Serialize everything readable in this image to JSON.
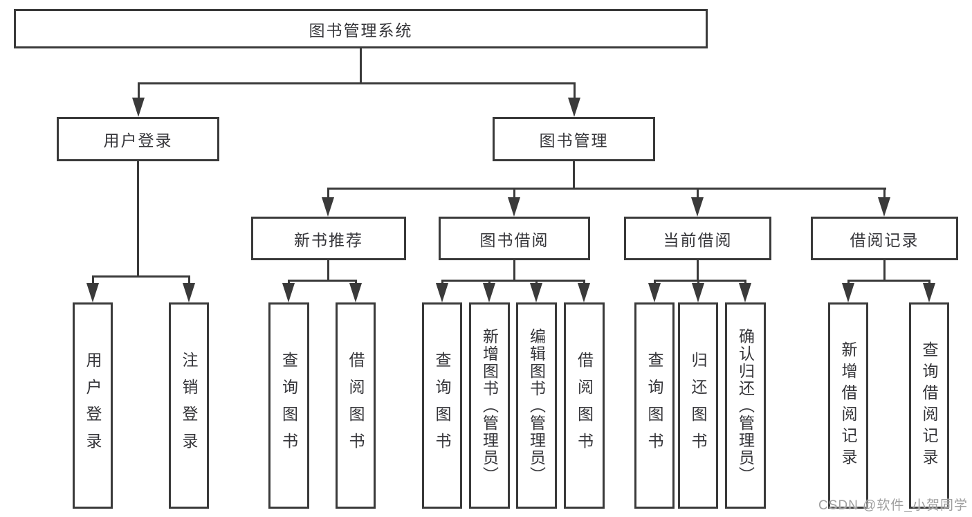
{
  "diagram_title": "图书管理系统",
  "tree": {
    "root": {
      "label": "图书管理系统",
      "children": [
        {
          "label": "用户登录",
          "children": [
            {
              "label": "用户登录"
            },
            {
              "label": "注销登录"
            }
          ]
        },
        {
          "label": "图书管理",
          "children": [
            {
              "label": "新书推荐",
              "children": [
                {
                  "label": "查询图书"
                },
                {
                  "label": "借阅图书"
                }
              ]
            },
            {
              "label": "图书借阅",
              "children": [
                {
                  "label": "查询图书"
                },
                {
                  "label": "新增图书（管理员）"
                },
                {
                  "label": "编辑图书（管理员）"
                },
                {
                  "label": "借阅图书"
                }
              ]
            },
            {
              "label": "当前借阅",
              "children": [
                {
                  "label": "查询图书"
                },
                {
                  "label": "归还图书"
                },
                {
                  "label": "确认归还（管理员）"
                }
              ]
            },
            {
              "label": "借阅记录",
              "children": [
                {
                  "label": "新增借阅记录"
                },
                {
                  "label": "查询借阅记录"
                }
              ]
            }
          ]
        }
      ]
    }
  },
  "watermark": "CSDN @软件_小贺同学",
  "colors": {
    "line": "#3a3a3a",
    "text": "#36363a",
    "box_background": "#ffffff",
    "watermark": "#9f9f9f",
    "background": "#ffffff"
  }
}
